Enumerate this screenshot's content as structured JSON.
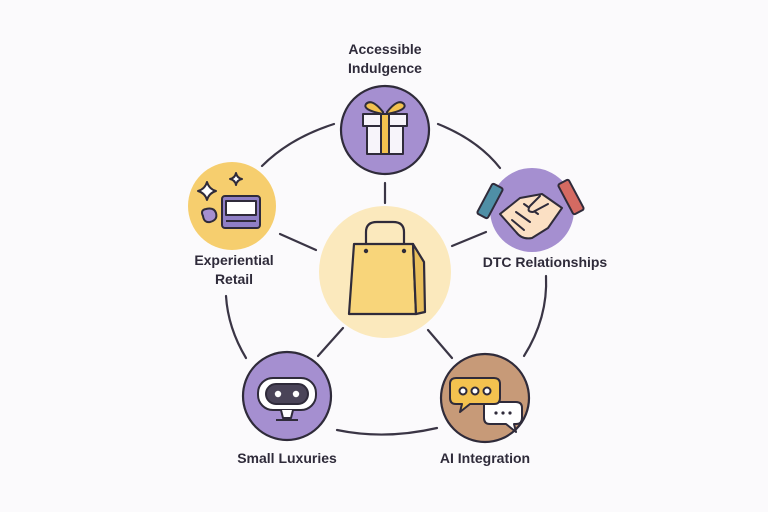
{
  "diagram": {
    "center": {
      "icon": "shopping-bag-icon"
    },
    "nodes": [
      {
        "id": "accessible-indulgence",
        "label_lines": [
          "Accessible",
          "Indulgence"
        ],
        "icon": "gift-box-icon",
        "fill": "#a58fd0"
      },
      {
        "id": "dtc-relationships",
        "label_lines": [
          "DTC Relationships"
        ],
        "icon": "handshake-icon",
        "fill": "#a58fd0"
      },
      {
        "id": "ai-integration",
        "label_lines": [
          "AI Integration"
        ],
        "icon": "chat-bubbles-icon",
        "fill": "#c79a78"
      },
      {
        "id": "small-luxuries",
        "label_lines": [
          "Small Luxuries"
        ],
        "icon": "robot-face-icon",
        "fill": "#a58fd0"
      },
      {
        "id": "experiential-retail",
        "label_lines": [
          "Experiential",
          "Retail"
        ],
        "icon": "sparkles-wallet-icon",
        "fill": "#f6ce6e"
      }
    ]
  },
  "colors": {
    "outline": "#2f2b3a",
    "center_halo": "#fbe9bd",
    "bag_fill": "#f8d57a",
    "ring_line": "#3a3545"
  }
}
